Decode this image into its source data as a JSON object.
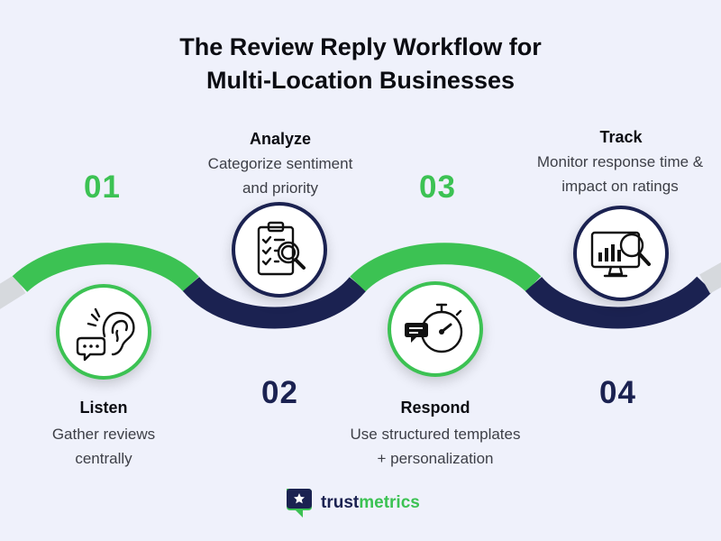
{
  "title": {
    "line1": "The Review Reply Workflow for",
    "line2": "Multi-Location Businesses"
  },
  "colors": {
    "green": "#3cc253",
    "navy": "#1b2251",
    "gray": "#d6d9dd",
    "background": "#eff1fb"
  },
  "steps": [
    {
      "number": "01",
      "title": "Listen",
      "desc_line1": "Gather reviews",
      "desc_line2": "centrally",
      "icon": "ear-chat-icon"
    },
    {
      "number": "02",
      "title": "Analyze",
      "desc_line1": "Categorize sentiment",
      "desc_line2": "and priority",
      "icon": "clipboard-magnifier-icon"
    },
    {
      "number": "03",
      "title": "Respond",
      "desc_line1": "Use structured templates",
      "desc_line2": "+ personalization",
      "icon": "stopwatch-chat-icon"
    },
    {
      "number": "04",
      "title": "Track",
      "desc_line1": "Monitor response time &",
      "desc_line2": "impact on ratings",
      "icon": "monitor-chart-icon"
    }
  ],
  "logo": {
    "part1": "trust",
    "part2": "metrics",
    "icon": "trustmetrics-logo-icon"
  }
}
